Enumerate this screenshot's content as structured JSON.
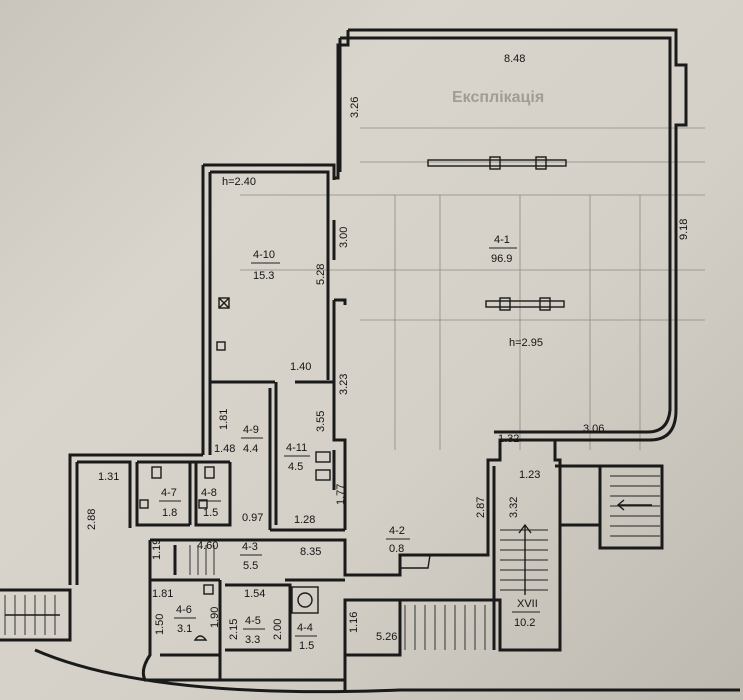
{
  "heights": {
    "room_4_10": "h=2.40",
    "room_4_1": "h=2.95"
  },
  "rooms": {
    "r4_1": {
      "id": "4-1",
      "area": "96.9"
    },
    "r4_2": {
      "id": "4-2",
      "area": "0.8"
    },
    "r4_3": {
      "id": "4-3",
      "area": "5.5"
    },
    "r4_4": {
      "id": "4-4",
      "area": "1.5"
    },
    "r4_5": {
      "id": "4-5",
      "area": "3.3"
    },
    "r4_6": {
      "id": "4-6",
      "area": "3.1"
    },
    "r4_7": {
      "id": "4-7",
      "area": "1.8"
    },
    "r4_8": {
      "id": "4-8",
      "area": "1.5"
    },
    "r4_9": {
      "id": "4-9",
      "area": "4.4"
    },
    "r4_10": {
      "id": "4-10",
      "area": "15.3"
    },
    "r4_11": {
      "id": "4-11",
      "area": "4.5"
    },
    "rXVII": {
      "id": "XVII",
      "area": "10.2"
    }
  },
  "dimensions": {
    "d8_48": "8.48",
    "d3_26": "3.26",
    "d9_18": "9.18",
    "d3_00": "3.00",
    "d5_28": "5.28",
    "d1_40": "1.40",
    "d3_23": "3.23",
    "d1_81a": "1.81",
    "d1_48": "1.48",
    "d3_55": "3.55",
    "d1_77": "1.77",
    "d1_28": "1.28",
    "d1_31": "1.31",
    "d2_88": "2.88",
    "d0_97": "0.97",
    "d4_60": "4.60",
    "d8_35": "8.35",
    "d1_19": "1.19",
    "d1_81b": "1.81",
    "d1_50": "1.50",
    "d1_90": "1.90",
    "d1_54": "1.54",
    "d2_15": "2.15",
    "d2_00": "2.00",
    "d1_16": "1.16",
    "d5_26": "5.26",
    "d2_87": "2.87",
    "d3_32": "3.32",
    "d1_23": "1.23",
    "d1_32": "1.32",
    "d3_06": "3.06"
  },
  "background_text": {
    "title": "Експлікація"
  }
}
